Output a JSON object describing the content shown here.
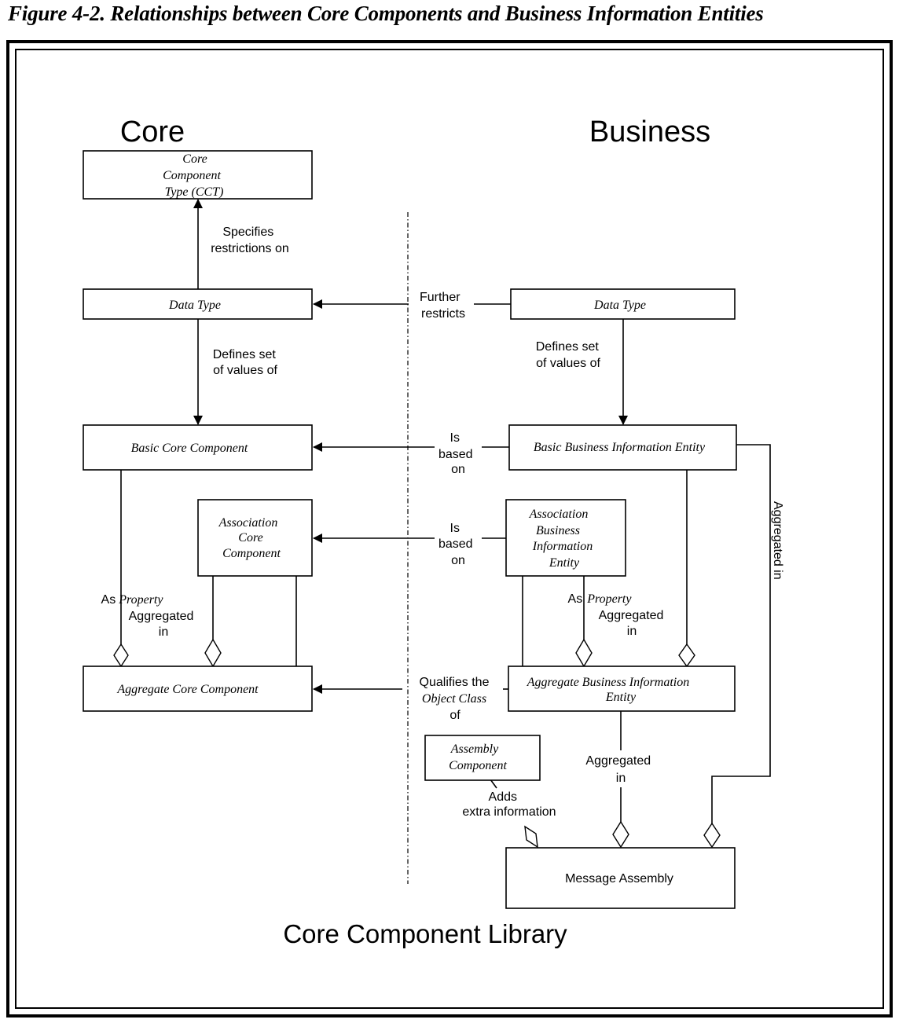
{
  "figure_caption": "Figure 4-2. Relationships between Core Components and Business Information Entities",
  "sections": {
    "core_heading": "Core",
    "business_heading": "Business",
    "library_label": "Core Component Library"
  },
  "boxes": {
    "cct": [
      "Core",
      "Component",
      "Type (CCT)"
    ],
    "core_data_type": "Data Type",
    "business_data_type": "Data Type",
    "basic_core_component": "Basic Core Component",
    "basic_bie": "Basic Business Information Entity",
    "association_core_component": [
      "Association",
      "Core",
      "Component"
    ],
    "association_bie": [
      "Association",
      "Business",
      "Information",
      "Entity"
    ],
    "aggregate_core_component": "Aggregate Core Component",
    "aggregate_bie": [
      "Aggregate Business Information",
      "Entity"
    ],
    "assembly_component": [
      "Assembly",
      "Component"
    ],
    "message_assembly": "Message Assembly"
  },
  "relations": {
    "specifies_restrictions": [
      "Specifies",
      "restrictions on"
    ],
    "further_restricts": [
      "Further",
      "restricts"
    ],
    "core_defines_values": [
      "Defines set",
      "of values of"
    ],
    "business_defines_values": [
      "Defines set",
      "of values of"
    ],
    "bbie_based_on": [
      "Is",
      "based",
      "on"
    ],
    "asbie_based_on": [
      "Is",
      "based",
      "on"
    ],
    "core_property_aggregated": {
      "as": "As",
      "property": "Property",
      "aggregated": "Aggregated",
      "in": "in"
    },
    "business_property_aggregated": {
      "as": "As",
      "property": "Property",
      "aggregated": "Aggregated",
      "in": "in"
    },
    "qualifies_object_class": {
      "line1": "Qualifies the",
      "line2": "Object Class",
      "line3": "of"
    },
    "aggregated_in_vertical": "Aggregated in",
    "abie_aggregated_in": [
      "Aggregated",
      "in"
    ],
    "adds_extra_info": [
      "Adds",
      "extra information"
    ]
  }
}
